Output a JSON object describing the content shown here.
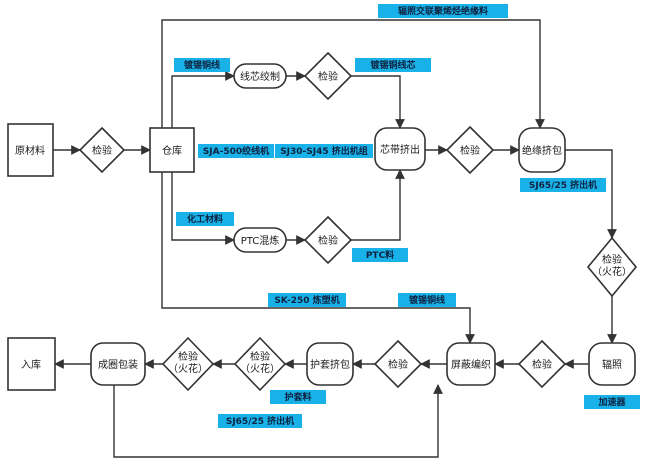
{
  "diagram": {
    "tag_color": "#19b2e8",
    "nodes": {
      "raw_material": "原材料",
      "inspect_raw": "检验",
      "warehouse": "仓库",
      "core_twist": "线芯绞制",
      "inspect_core": "检验",
      "ptc_mix": "PTC混炼",
      "inspect_ptc": "检验",
      "core_strip_extrude": "芯带挤出",
      "inspect_strip": "检验",
      "insulation_extrude": "绝缘挤包",
      "inspect_spark_1": "检验\n（火花）",
      "irradiation": "辐照",
      "inspect_irr": "检验",
      "shield_braid": "屏蔽编织",
      "inspect_braid": "检验",
      "jacket_extrude": "护套挤包",
      "inspect_spark_2": "检验\n（火花）",
      "inspect_spark_3": "检验\n（火花）",
      "coil_pack": "成圈包装",
      "storage": "入库"
    },
    "tags": {
      "xlpe_material": "辐照交联聚烯烃绝缘料",
      "tin_copper_1": "镀锡铜线",
      "tin_copper_core": "镀锡铜线芯",
      "twister": "SJA-500绞线机",
      "extruder_group": "SJ30-SJ45 挤出机组",
      "chemical": "化工材料",
      "ptc_material": "PTC料",
      "extruder_1": "SJ65/25 挤出机",
      "mixer": "SK-250 炼塑机",
      "tin_copper_2": "镀锡铜线",
      "accelerator": "加速器",
      "jacket_material": "护套料",
      "extruder_2": "SJ65/25 挤出机"
    }
  }
}
